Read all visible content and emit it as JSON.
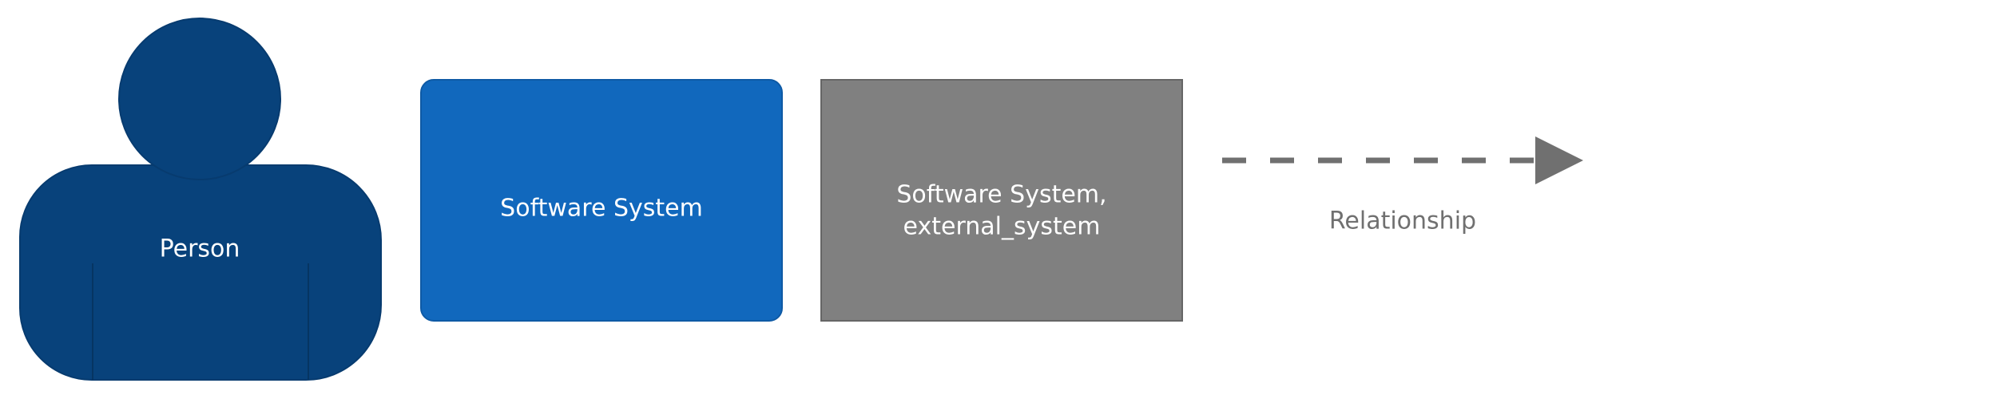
{
  "legend": {
    "person": {
      "label": "Person",
      "color": "#08427b",
      "icon": "person-icon"
    },
    "software_system": {
      "label": "Software System",
      "color": "#1168bd"
    },
    "external_system": {
      "label_line1": "Software System,",
      "label_line2": "external_system",
      "color": "#808080",
      "stroke": "#666666"
    },
    "relationship": {
      "label": "Relationship",
      "color": "#707070",
      "line_style": "dashed",
      "arrow": "filled-triangle"
    }
  }
}
